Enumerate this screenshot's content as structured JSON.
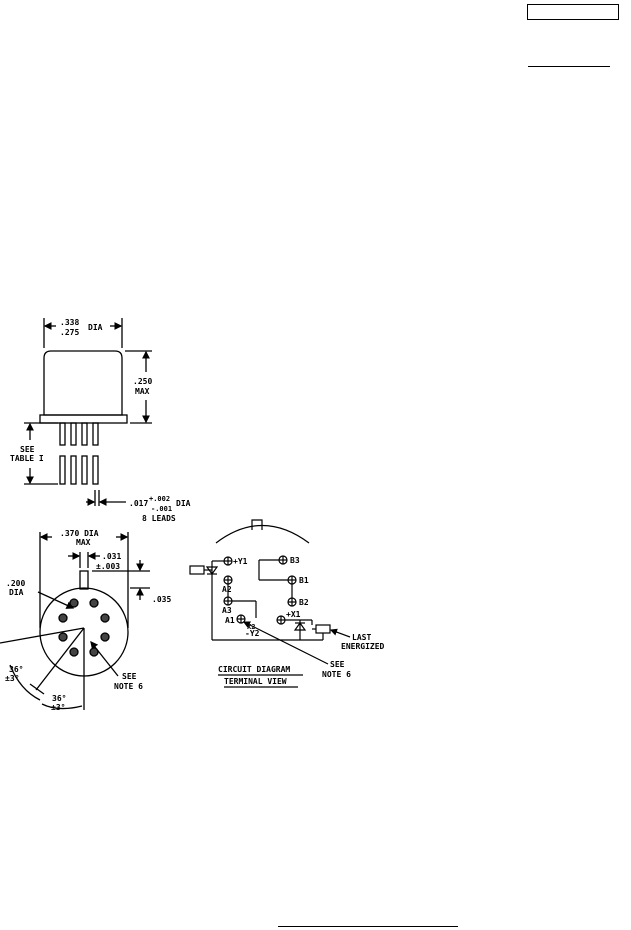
{
  "side_view": {
    "dia_top": ".338",
    "dia_bot": ".275",
    "dia_word": "DIA",
    "height_val": ".250",
    "height_max": "MAX",
    "see_line1": "SEE",
    "see_line2": "TABLE I",
    "lead_dia": ".017",
    "lead_tol_plus": "+.002",
    "lead_tol_minus": "-.001",
    "lead_dia_word": "DIA",
    "lead_count": "8 LEADS"
  },
  "bottom_view": {
    "dia_val": ".370 DIA",
    "dia_max": "MAX",
    "tab_val": ".031",
    "tab_tol": "±.003",
    "tab_height": ".035",
    "pin_circle": ".200",
    "pin_circle_word": "DIA",
    "angle1": "36°",
    "angle1_tol": "±3°",
    "angle2": "36°",
    "angle2_tol": "±3°",
    "note_line1": "SEE",
    "note_line2": "NOTE 6"
  },
  "circuit": {
    "pins": {
      "y1": "+Y1",
      "a2": "A2",
      "a3": "A3",
      "a1": "A1",
      "x2": "X2",
      "y2": "-Y2",
      "b3": "B3",
      "b1": "B1",
      "b2": "B2",
      "x1": "+X1"
    },
    "last_line1": "LAST",
    "last_line2": "ENERGIZED",
    "note_line1": "SEE",
    "note_line2": "NOTE 6",
    "caption1": "CIRCUIT DIAGRAM",
    "caption2": "TERMINAL VIEW"
  }
}
